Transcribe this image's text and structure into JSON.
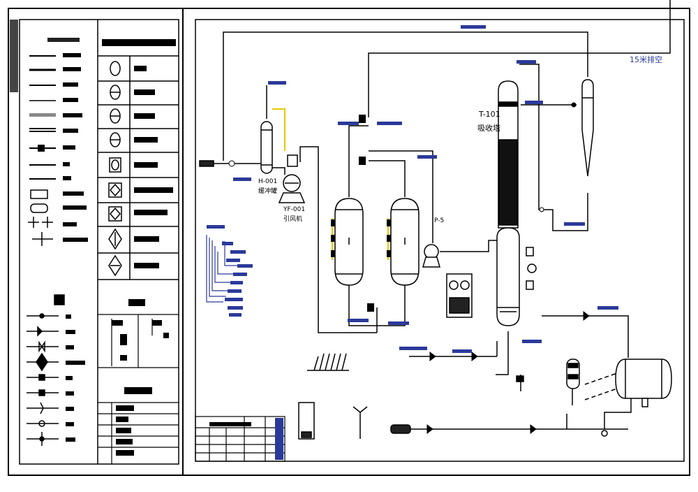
{
  "diagram": {
    "colors": {
      "line": "#000000",
      "accent_blue": "#2a3a9a",
      "accent_yellow": "#e8c800",
      "grey": "#777777"
    },
    "equipment_labels": {
      "tower_tag": "T-101",
      "tower_name": "吸收塔",
      "tank_tag": "H-001",
      "tank_name": "缓冲罐",
      "fan_tag": "YF-001",
      "fan_name": "引风机",
      "exhaust_note": "15米排空",
      "pump_tag": "P-5"
    }
  }
}
